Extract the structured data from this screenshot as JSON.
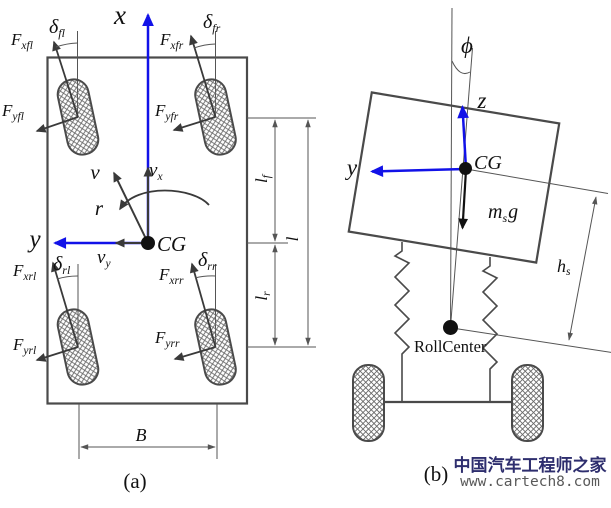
{
  "figure": {
    "panel_a": {
      "caption": "(a)",
      "axis_x": "x",
      "axis_y": "y",
      "cg_label": "CG",
      "v_label": "v",
      "vx": {
        "main": "v",
        "sub": "x"
      },
      "vy": {
        "main": "v",
        "sub": "y"
      },
      "yaw_rate": "r",
      "delta_fl": {
        "main": "δ",
        "sub": "fl"
      },
      "delta_fr": {
        "main": "δ",
        "sub": "fr"
      },
      "delta_rl": {
        "main": "δ",
        "sub": "rl"
      },
      "delta_rr": {
        "main": "δ",
        "sub": "rr"
      },
      "f_xfl": {
        "main": "F",
        "sub": "xfl"
      },
      "f_yfl": {
        "main": "F",
        "sub": "yfl"
      },
      "f_xfr": {
        "main": "F",
        "sub": "xfr"
      },
      "f_yfr": {
        "main": "F",
        "sub": "yfr"
      },
      "f_xrl": {
        "main": "F",
        "sub": "xrl"
      },
      "f_yrl": {
        "main": "F",
        "sub": "yrl"
      },
      "f_xrr": {
        "main": "F",
        "sub": "xrr"
      },
      "f_yrr": {
        "main": "F",
        "sub": "yrr"
      },
      "dim_lf": {
        "main": "l",
        "sub": "f"
      },
      "dim_lr": {
        "main": "l",
        "sub": "r"
      },
      "dim_l": "l",
      "dim_b": "B"
    },
    "panel_b": {
      "caption": "(b)",
      "roll_angle": "ϕ",
      "axis_z": "z",
      "axis_y": "y",
      "cg_label": "CG",
      "gravity": {
        "main": "m",
        "sub": "s",
        "tail": "g"
      },
      "dim_hs": {
        "main": "h",
        "sub": "s"
      },
      "roll_center": "RollCenter"
    },
    "watermark": {
      "line1": "中国汽车工程师之家",
      "line2": "www.cartech8.com"
    },
    "colors": {
      "axis_blue": "#1212e8",
      "vector_dark": "#3a3a3a",
      "outline": "#4a4a4a",
      "dim_line": "#555555",
      "watermark_cn": "#2e2e6e",
      "watermark_url": "#595959"
    }
  }
}
